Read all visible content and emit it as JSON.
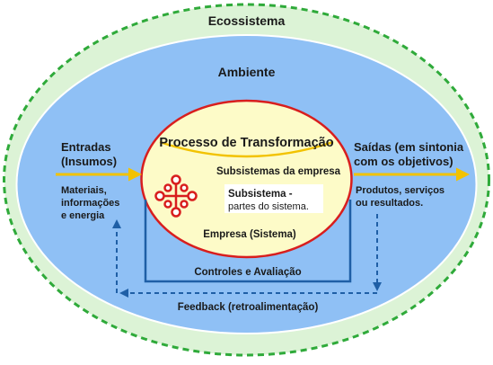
{
  "ecosystem": {
    "title": "Ecossistema"
  },
  "environment": {
    "title": "Ambiente"
  },
  "process": {
    "title": "Processo de Transformação"
  },
  "subsystems": {
    "company_label": "Subsistemas da empresa",
    "subsystem_title": "Subsistema -",
    "subsystem_desc": "partes do sistema."
  },
  "company": {
    "label": "Empresa (Sistema)"
  },
  "inputs": {
    "title_line1": "Entradas",
    "title_line2": "(Insumos)",
    "desc_line1": "Materiais,",
    "desc_line2": "informações",
    "desc_line3": "e energia"
  },
  "outputs": {
    "title_line1": "Saídas (em sintonia",
    "title_line2": "com os objetivos)",
    "desc_line1": "Produtos, serviços",
    "desc_line2": "ou resultados."
  },
  "controls": {
    "label": "Controles e Avaliação"
  },
  "feedback": {
    "label": "Feedback (retroalimentação)"
  },
  "colors": {
    "ecosystem_fill": "#dcf3d6",
    "ecosystem_border": "#2faa3a",
    "environment_fill": "#8fc0f5",
    "process_fill": "#fdfbc8",
    "process_border": "#d81e1e",
    "arrow_yellow": "#f2c200",
    "flow_blue": "#1f5fa6",
    "icon_red": "#d81e1e"
  }
}
